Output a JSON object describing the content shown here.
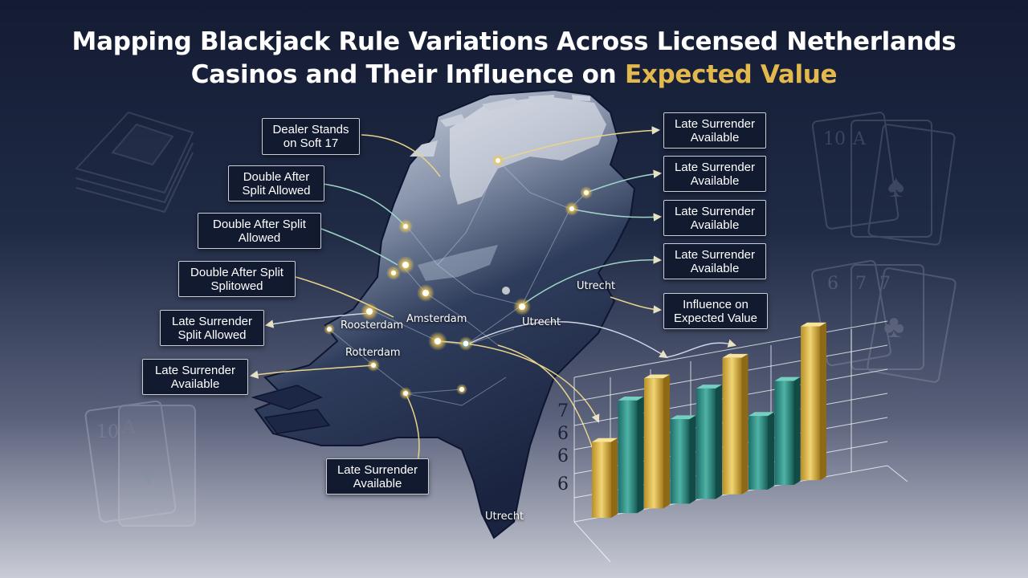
{
  "title": {
    "line1": "Mapping Blackjack Rule Variations Across Licensed Netherlands",
    "line2_prefix": "Casinos and Their Influence on ",
    "line2_accent": "Expected Value"
  },
  "colors": {
    "accent": "#e3b84d",
    "teal": "#2b8f86",
    "gold": "#d9b44a",
    "navy": "#121a30"
  },
  "left_labels": [
    "Dealer Stands\non Soft 17",
    "Double After\nSplit Allowed",
    "Double After Split\nAllowed",
    "Double After Split\nSplitowed",
    "Late Surrender\nSplit Allowed",
    "Late Surrender\nAvailable"
  ],
  "right_labels": [
    "Late Surrender\nAvailable",
    "Late Surrender\nAvailable",
    "Late Surrender\nAvailable",
    "Late Surrender\nAvailable",
    "Influence on\nExpected Value"
  ],
  "bottom_label": "Late Surrender\nAvailable",
  "cities": {
    "c1": "Roosterdam",
    "c2": "Amsterdam",
    "c3": "Rotterdam",
    "c4": "Utrecht",
    "c5": "Utrecht",
    "c6": "Utrecht"
  },
  "chart_data": {
    "type": "bar",
    "y_tick_labels": [
      "7",
      "6",
      "6",
      "6"
    ],
    "bar_colors": [
      "gold",
      "teal",
      "gold",
      "teal",
      "teal",
      "gold",
      "teal",
      "teal",
      "gold"
    ],
    "values": [
      3.5,
      5.2,
      6.0,
      3.9,
      5.1,
      6.3,
      3.4,
      4.8,
      7.1
    ]
  },
  "decor": {
    "card_left_rank": "10",
    "card_left_rank2": "A",
    "card_top_right_rank": "10",
    "card_top_right_rank2": "A",
    "card_mid_right_rank": "6",
    "card_mid_right_rank2": "7",
    "card_mid_right_rank3": "7"
  }
}
